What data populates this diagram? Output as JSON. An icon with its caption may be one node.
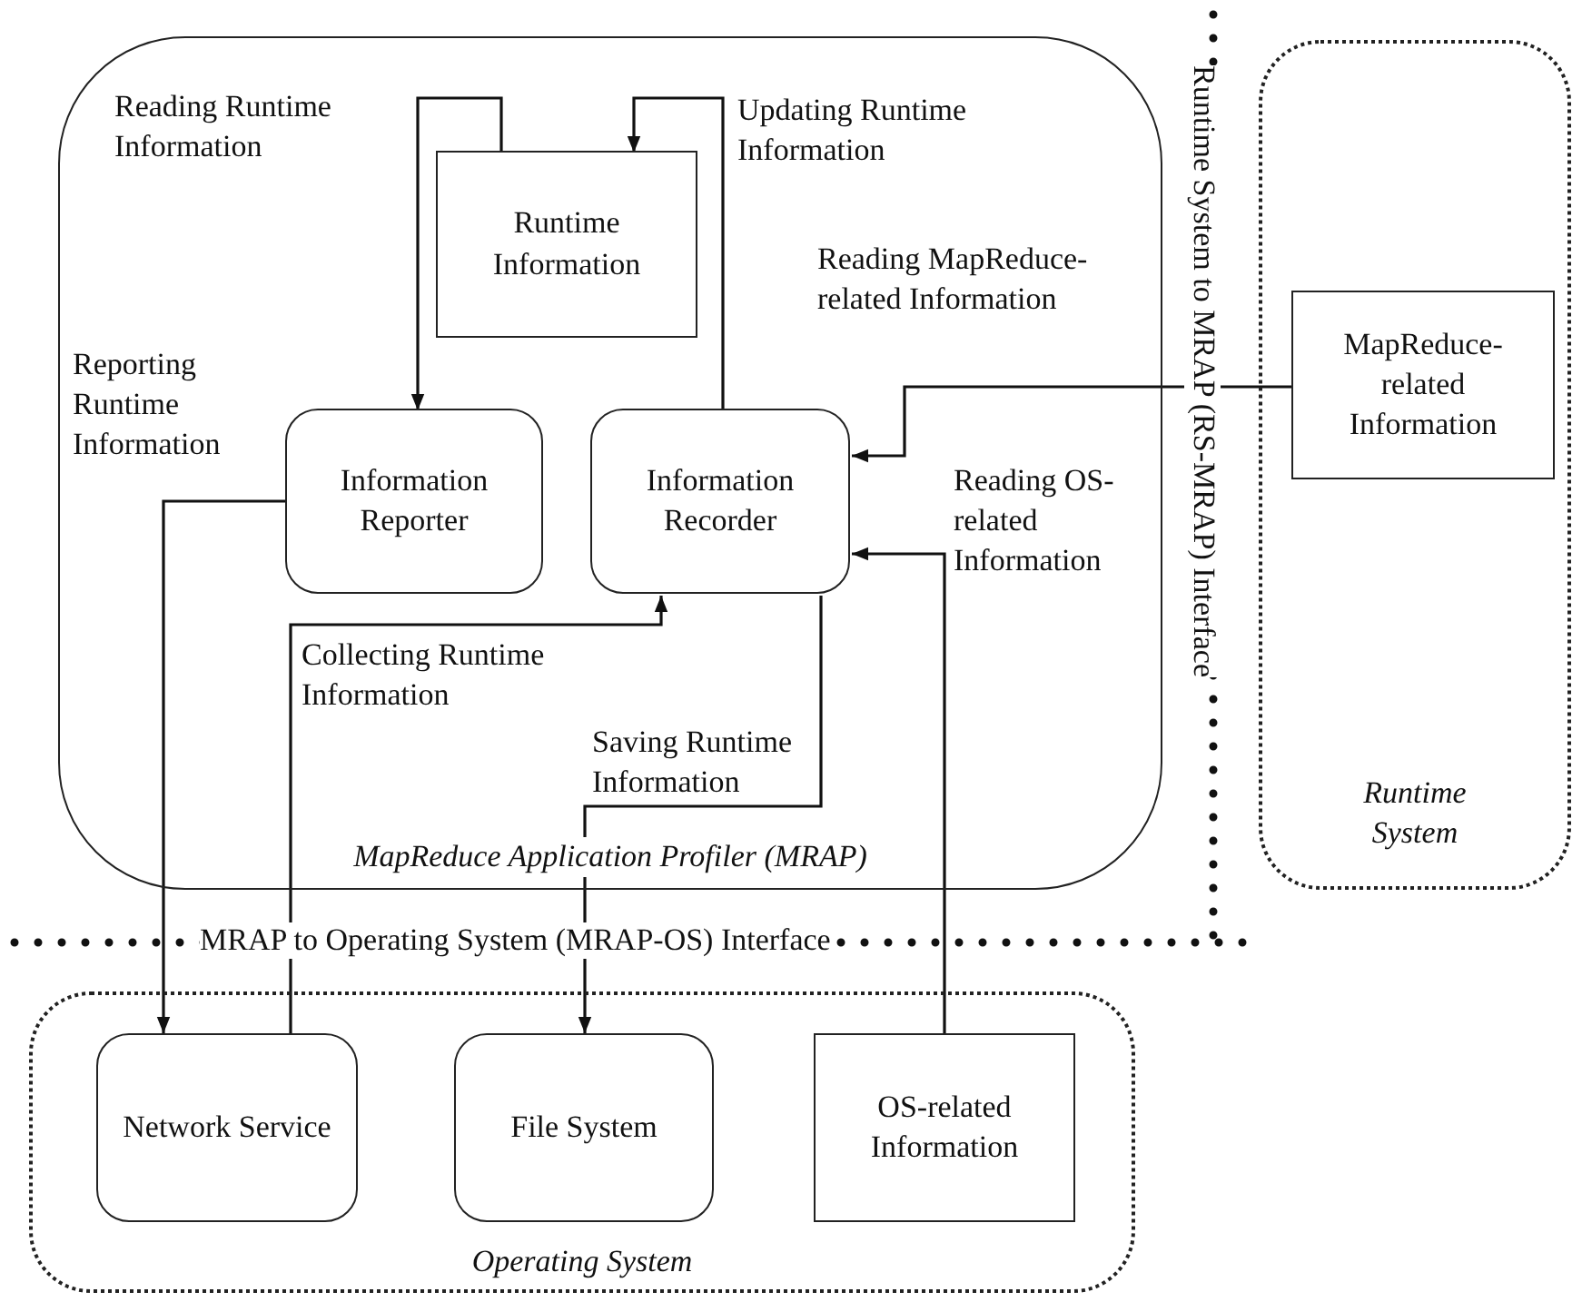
{
  "diagram": {
    "nodes": [
      {
        "text": [
          "MapReduce Application Profiler (MRAP)"
        ]
      },
      {
        "text": [
          "Runtime Information"
        ],
        "in": 0
      },
      {
        "text": [
          "Information Reporter"
        ],
        "in": 0
      },
      {
        "text": [
          "Information Recorder"
        ],
        "in": 0
      },
      {
        "text": [
          "Runtime System"
        ]
      },
      {
        "text": [
          "MapReduce-related Information"
        ],
        "in": 4
      },
      {
        "text": [
          "Operating System"
        ]
      },
      {
        "text": [
          "Network Service"
        ],
        "in": 6
      },
      {
        "text": [
          "File System"
        ],
        "in": 6
      },
      {
        "text": [
          "OS-related Information"
        ],
        "in": 6
      }
    ],
    "edges": [
      {
        "from": 1,
        "to": 2,
        "arrow": "to",
        "label": "Reading Runtime Information"
      },
      {
        "from": 3,
        "to": 1,
        "arrow": "to",
        "label": "Updating Runtime Information"
      },
      {
        "from": 5,
        "to": 3,
        "arrow": "to",
        "label": "Reading MapReduce-related Information"
      },
      {
        "from": 2,
        "to": 7,
        "arrow": "to",
        "label": "Reporting Runtime Information"
      },
      {
        "from": 7,
        "to": 3,
        "arrow": "to",
        "label": "Collecting Runtime Information"
      },
      {
        "from": 3,
        "to": 8,
        "arrow": "to",
        "label": "Saving Runtime Information"
      },
      {
        "from": 9,
        "to": 3,
        "arrow": "to",
        "label": "Reading OS-related Information"
      }
    ],
    "labels": [
      "Runtime System to MRAP (RS-MRAP) Interface",
      "MRAP to Operating System (MRAP-OS) Interface"
    ]
  }
}
